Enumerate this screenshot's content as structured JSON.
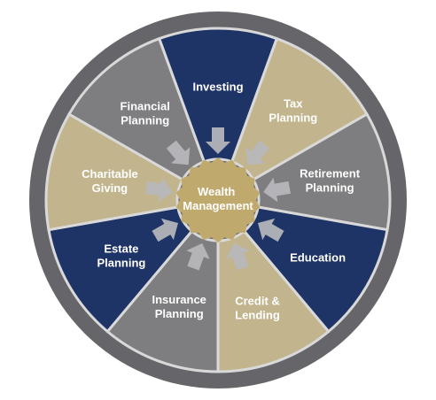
{
  "diagram": {
    "center": {
      "lines": [
        "Wealth",
        "Management"
      ]
    },
    "segments": [
      {
        "id": "investing",
        "lines": [
          "Investing"
        ],
        "color": "#1f3466"
      },
      {
        "id": "tax-planning",
        "lines": [
          "Tax",
          "Planning"
        ],
        "color": "#c2b48c"
      },
      {
        "id": "retirement-planning",
        "lines": [
          "Retirement",
          "Planning"
        ],
        "color": "#7e7e80"
      },
      {
        "id": "education",
        "lines": [
          "Education"
        ],
        "color": "#1f3466"
      },
      {
        "id": "credit-lending",
        "lines": [
          "Credit &",
          "Lending"
        ],
        "color": "#c2b48c"
      },
      {
        "id": "insurance-planning",
        "lines": [
          "Insurance",
          "Planning"
        ],
        "color": "#7e7e80"
      },
      {
        "id": "estate-planning",
        "lines": [
          "Estate",
          "Planning"
        ],
        "color": "#1f3466"
      },
      {
        "id": "charitable-giving",
        "lines": [
          "Charitable",
          "Giving"
        ],
        "color": "#c2b48c"
      },
      {
        "id": "financial-planning",
        "lines": [
          "Financial",
          "Planning"
        ],
        "color": "#7e7e80"
      }
    ],
    "colors": {
      "outer_ring": "#66666a",
      "divider": "#d9d9d9",
      "hub": "#c0a96d",
      "arrow": "#b9b9bd"
    }
  }
}
